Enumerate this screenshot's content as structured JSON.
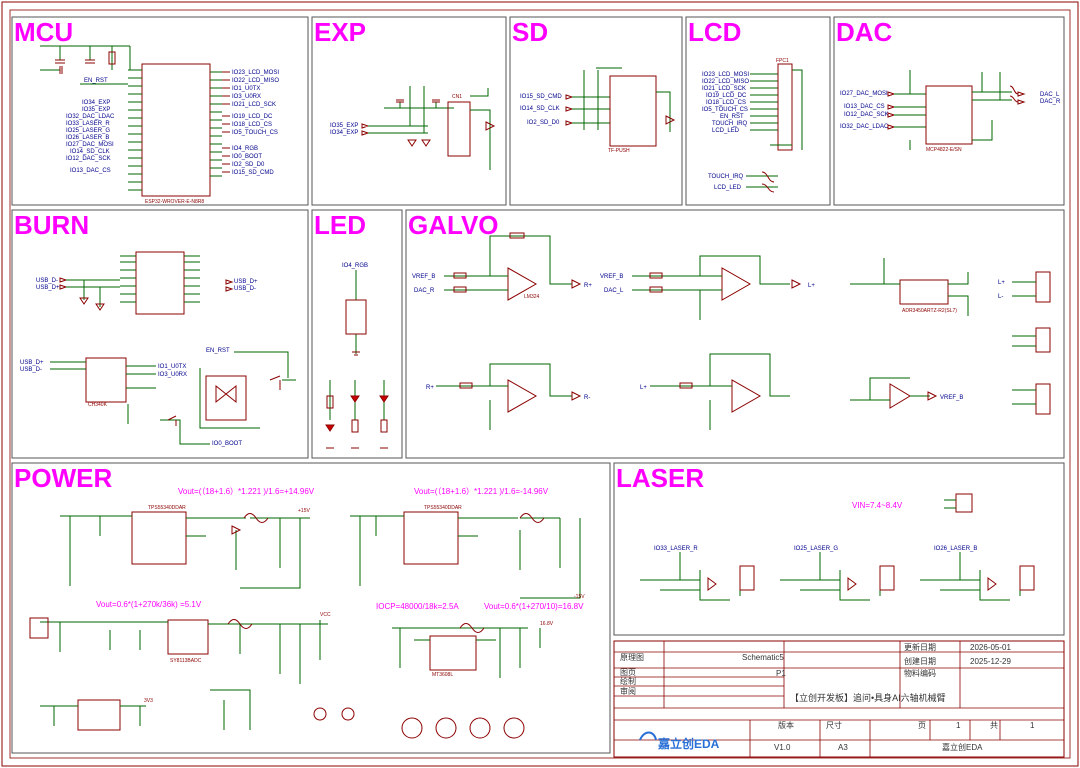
{
  "colors": {
    "frame": "#8b0000",
    "title": "#ff00ff",
    "wire": "#006600",
    "net": "#00008b",
    "part": "#8b0000"
  },
  "sections": {
    "mcu": "MCU",
    "exp": "EXP",
    "sd": "SD",
    "lcd": "LCD",
    "dac": "DAC",
    "burn": "BURN",
    "led": "LED",
    "galvo": "GALVO",
    "power": "POWER",
    "laser": "LASER"
  },
  "mcu": {
    "chip_name": "ESP32-WROVER-E-N8R8",
    "nets_left": [
      "IO34_EXP",
      "IO35_EXP",
      "IO32_DAC_LDAC",
      "IO33_LASER_R",
      "IO25_LASER_G",
      "IO26_LASER_B",
      "IO27_DAC_MOSI",
      "IO14_SD_CLK",
      "IO12_DAC_SCK",
      "IO13_DAC_CS"
    ],
    "nets_right": [
      "IO23_LCD_MOSI",
      "IO22_LCD_MISO",
      "IO1_U0TX",
      "IO3_U0RX",
      "IO21_LCD_SCK",
      "IO19_LCD_DC",
      "IO18_LCD_CS",
      "IO5_TOUCH_CS",
      "IO4_RGB",
      "IO0_BOOT",
      "IO2_SD_D0",
      "IO15_SD_CMD"
    ],
    "en_net": "EN_RST"
  },
  "exp": {
    "nets": [
      "IO35_EXP",
      "IO34_EXP"
    ],
    "connector": "CN1"
  },
  "sd": {
    "nets": [
      "IO15_SD_CMD",
      "IO14_SD_CLK",
      "IO2_SD_D0"
    ],
    "connector": "TF-PUSH"
  },
  "lcd": {
    "nets": [
      "IO23_LCD_MOSI",
      "IO22_LCD_MISO",
      "IO21_LCD_SCK",
      "IO19_LCD_DC",
      "IO18_LCD_CS",
      "IO5_TOUCH_CS",
      "EN_RST",
      "TOUCH_IRQ",
      "LCD_LED"
    ],
    "connector": "FPC1",
    "testpoints": [
      "TOUCH_IRQ",
      "LCD_LED"
    ]
  },
  "dac": {
    "nets_in": [
      "IO27_DAC_MOSI",
      "IO13_DAC_CS",
      "IO12_DAC_SCK",
      "IO32_DAC_LDAC"
    ],
    "nets_out": [
      "DAC_L",
      "DAC_R"
    ],
    "chip_name": "MCP4822-E/SN"
  },
  "burn": {
    "nets": [
      "USB_D-",
      "USB_D+",
      "EN_RST",
      "IO1_U0TX",
      "IO3_U0RX",
      "IO0_BOOT"
    ],
    "chips": [
      "CH340K"
    ]
  },
  "led": {
    "nets": [
      "IO4_RGB"
    ]
  },
  "galvo": {
    "nets": [
      "VREF_B",
      "DAC_R",
      "R+",
      "DAC_L",
      "L+",
      "R-",
      "L-"
    ],
    "opamp": "LM324",
    "ref_chip": "ADR3450ARTZ-R2(SL7)"
  },
  "power": {
    "formulas": [
      "Vout=(（18+1.6）*1.221 )/1.6=+14.96V",
      "Vout=(（18+1.6）*1.221 )/1.6=-14.96V",
      "Vout=0.6*(1+270k/36k) =5.1V",
      "IOCP=48000/18k=2.5A",
      "Vout=0.6*(1+270/10)=16.8V"
    ],
    "rails": [
      "+15V",
      "-15V",
      "VCC",
      "3V3",
      "16.8V"
    ],
    "chips": [
      "TPS55340DDAR",
      "TPS55340DDAR",
      "SY8113BADC",
      "MT3608L"
    ]
  },
  "laser": {
    "vin": "VIN=7.4~8.4V",
    "nets": [
      "IO33_LASER_R",
      "IO25_LASER_G",
      "IO26_LASER_B"
    ]
  },
  "title_block": {
    "labels": {
      "source": "原理图",
      "page": "图页",
      "drawn": "绘制",
      "review": "审阅",
      "updated": "更新日期",
      "created": "创建日期",
      "part_no": "物料编码",
      "version": "版本",
      "size": "尺寸",
      "page_label": "页",
      "total_label": "共"
    },
    "values": {
      "schematic": "Schematic5",
      "page": "P1",
      "updated": "2026-05-01",
      "created": "2025-12-29",
      "project": "【立创开发板】追问•具身AI六轴机械臂",
      "version": "V1.0",
      "size": "A3",
      "page_no": "1",
      "total": "1",
      "company": "嘉立创EDA",
      "logo": "嘉立创EDA"
    }
  }
}
